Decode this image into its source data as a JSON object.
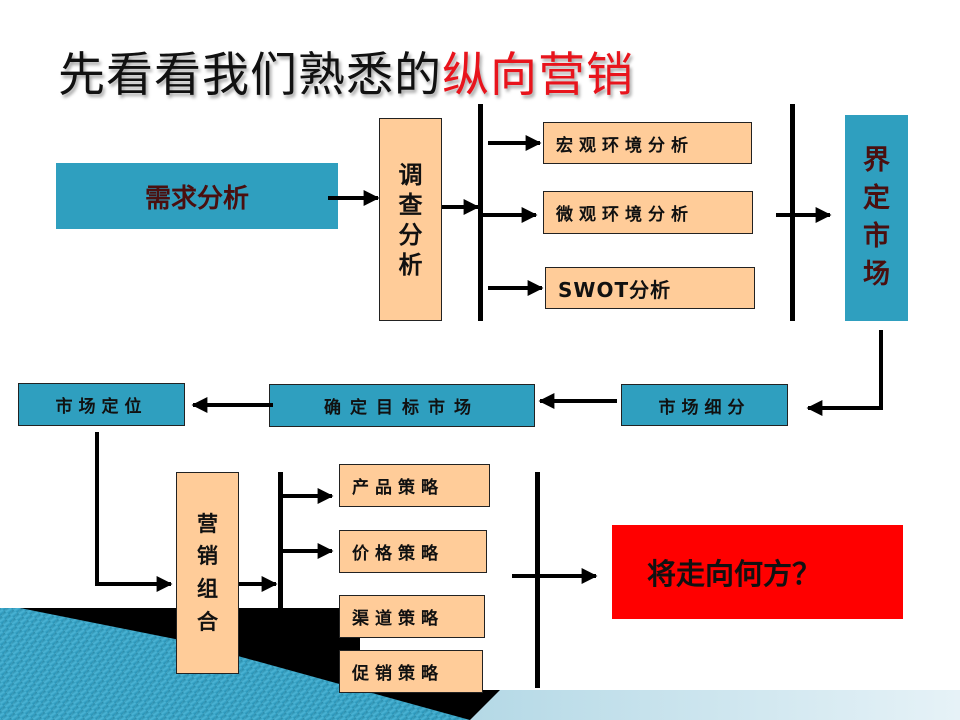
{
  "slide": {
    "title_black": "先看看我们熟悉的",
    "title_red": "纵向营销",
    "colors": {
      "teal": "#2f9fbf",
      "peach": "#ffcc99",
      "red": "#ff0000",
      "title_red": "#e8141c",
      "dark_text": "#4a0f0f"
    }
  },
  "flow": {
    "demand_analysis": "需求分析",
    "research_analysis": [
      "调",
      "查",
      "分",
      "析"
    ],
    "analysis_items": [
      "宏观环境分析",
      "微观环境分析",
      "SWOT分析"
    ],
    "define_market": [
      "界",
      "定",
      "市",
      "场"
    ],
    "market_segmentation": "市场细分",
    "target_market": "确定目标市场",
    "market_positioning": "市场定位",
    "marketing_mix": [
      "营",
      "销",
      "组",
      "合"
    ],
    "strategies": [
      "产品策略",
      "价格策略",
      "渠道策略",
      "促销策略"
    ],
    "question": "将走向何方？"
  }
}
